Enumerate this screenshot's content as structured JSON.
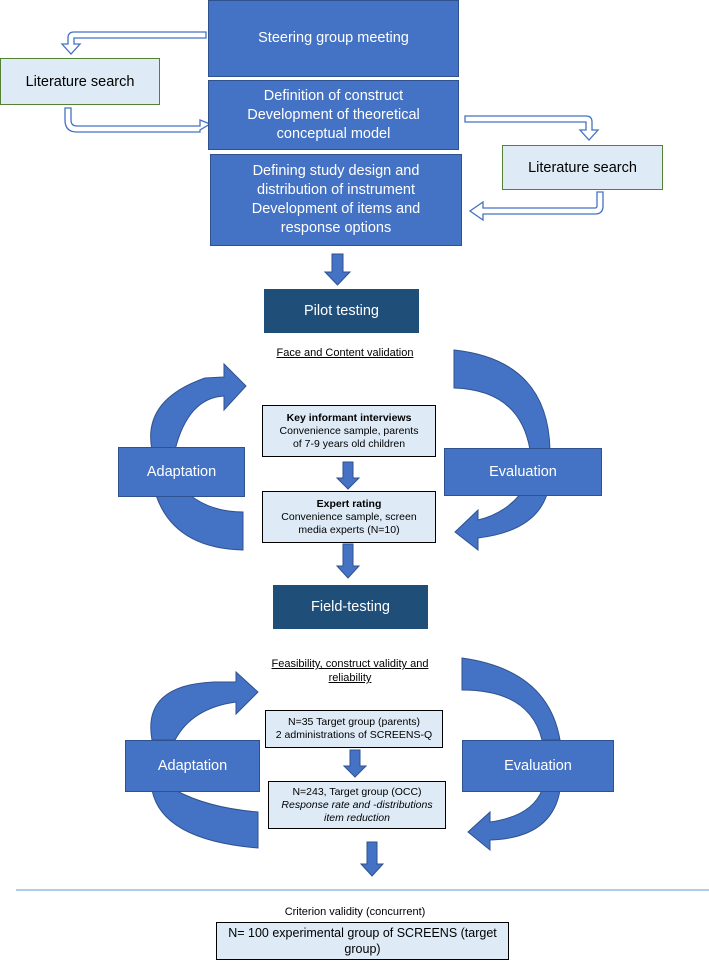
{
  "top": {
    "steering": "Steering group meeting",
    "lit_left": "Literature search",
    "definition": [
      "Definition of construct",
      "Development of theoretical",
      "conceptual model"
    ],
    "lit_right": "Literature search",
    "design": [
      "Defining study design and",
      "distribution of instrument",
      "Development of items and",
      "response options"
    ]
  },
  "phase1": {
    "pilot": "Pilot testing",
    "heading": "Face and Content validation",
    "box1_title": "Key informant interviews",
    "box1_lines": [
      "Convenience sample, parents",
      "of 7-9 years old children"
    ],
    "box2_title": "Expert rating",
    "box2_lines": [
      "Convenience sample, screen",
      "media experts (N=10)"
    ],
    "adaptation": "Adaptation",
    "evaluation": "Evaluation"
  },
  "phase2": {
    "field": "Field-testing",
    "heading": [
      "Feasibility, construct validity and",
      "reliability"
    ],
    "box1_lines": [
      "N=35 Target group (parents)",
      "2 administrations of SCREENS-Q"
    ],
    "box2_line": "N=243, Target group (OCC)",
    "box2_italic": [
      "Response rate and -distributions",
      "item reduction"
    ],
    "adaptation": "Adaptation",
    "evaluation": "Evaluation"
  },
  "criterion": {
    "heading": "Criterion validity (concurrent)",
    "box": [
      "N= 100 experimental group of SCREENS (target",
      "group)"
    ]
  },
  "colors": {
    "blue": "#4472c4",
    "dark": "#1f4e79",
    "light": "#deebf7",
    "green_border": "#548235"
  }
}
